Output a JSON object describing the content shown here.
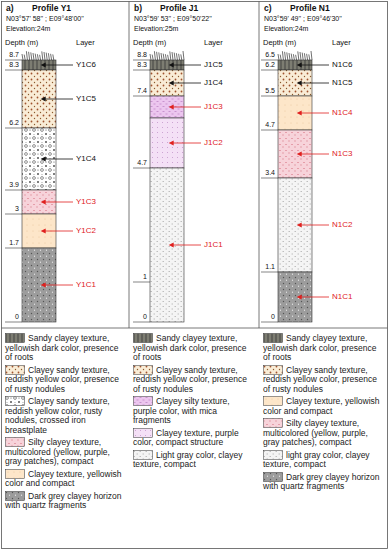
{
  "diagram": {
    "nodes": [
      {
        "text": [
          "Y1C6"
        ]
      },
      {
        "text": [
          "Y1C5"
        ]
      },
      {
        "text": [
          "Y1C4"
        ]
      },
      {
        "text": [
          "Y1C3"
        ]
      },
      {
        "text": [
          "Y1C2"
        ]
      },
      {
        "text": [
          "Y1C1"
        ]
      },
      {
        "text": [
          "J1C5"
        ]
      },
      {
        "text": [
          "J1C4"
        ]
      },
      {
        "text": [
          "J1C3"
        ]
      },
      {
        "text": [
          "J1C2"
        ]
      },
      {
        "text": [
          "J1C1"
        ]
      },
      {
        "text": [
          "N1C6"
        ]
      },
      {
        "text": [
          "N1C5"
        ]
      },
      {
        "text": [
          "N1C4"
        ]
      },
      {
        "text": [
          "N1C3"
        ]
      },
      {
        "text": [
          "N1C2"
        ]
      },
      {
        "text": [
          "N1C1"
        ]
      }
    ],
    "labels": [
      "a)",
      "Profile Y1",
      "N03°57' 58'' ; E09°48'00''",
      "Elevation:24m",
      "Depth (m)",
      "Layer",
      "8.7",
      "8.3",
      "6.2",
      "3.9",
      "3",
      "1.7",
      "0",
      "b)",
      "Profile J1",
      "N03°59' 53'' ; E09°50'22''",
      "Elevation:25m",
      "Depth (m)",
      "Layer",
      "8.8",
      "8.3",
      "7.4",
      "4.7",
      "1",
      "0",
      "c)",
      "Profile N1",
      "N03°59' 49'' ; E09°46'30''",
      "Elevation:24m",
      "Depth (m)",
      "Layer",
      "6.5",
      "6.2",
      "5.5",
      "4.7",
      "3.4",
      "1.1",
      "0"
    ],
    "legend": [
      {
        "text": "Sandy clayey texture, yellowish dark color, presence of roots"
      },
      {
        "text": "Clayey sandy texture, reddish yellow color, presence of rusty nodules"
      },
      {
        "text": "Clayey sandy texture, reddish yellow color, rusty nodules, crossed iron breastplate"
      },
      {
        "text": "Silty clayey texture, multicolored (yellow, purple, gray patches), compact"
      },
      {
        "text": "Clayey texture, yellowish color and compact"
      },
      {
        "text": "Dark grey clayey horizon with quartz fragments"
      },
      {
        "text": "Sandy clayey texture, yellowish dark color, presence of roots"
      },
      {
        "text": "Clayey sandy texture, reddish yellow color, presence of rusty nodules"
      },
      {
        "text": "Clayey silty texture, purple color, with mica fragments"
      },
      {
        "text": "Clayey texture, purple color, compact structure"
      },
      {
        "text": "Light gray color, clayey texture, compact"
      },
      {
        "text": "Sandy clayey texture, yellowish dark color, presence of roots"
      },
      {
        "text": "Clayey sandy texture, reddish yellow color, presence of rusty nodules"
      },
      {
        "text": "Clayey texture, yellowish color and compact"
      },
      {
        "text": "Silty clayey texture, multicolored (yellow, purple, gray patches), compact"
      },
      {
        "text": "light gray color, clayey texture, compact"
      },
      {
        "text": "Dark grey clayey horizon with quartz fragments"
      }
    ]
  }
}
